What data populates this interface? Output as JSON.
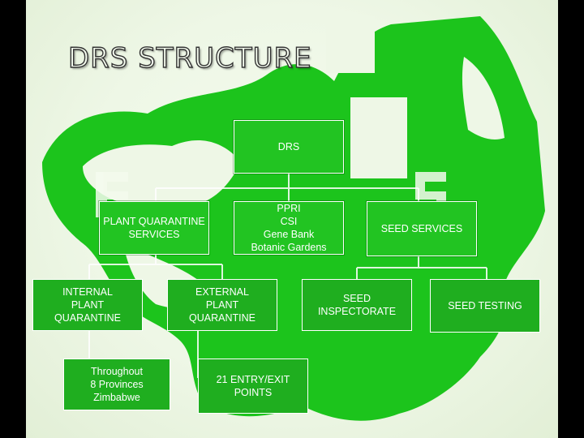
{
  "title": "DRS STRUCTURE",
  "logo_color": "#19c319",
  "node_color": "#22c422",
  "nodes": {
    "drs": "DRS",
    "plant_quarantine": "PLANT QUARANTINE\nSERVICES",
    "ppri": "PPRI\nCSI\nGene Bank\nBotanic Gardens",
    "seed_services": "SEED SERVICES",
    "internal": "INTERNAL\nPLANT\nQUARANTINE",
    "external": "EXTERNAL\nPLANT\nQUARANTINE",
    "seed_inspectorate": "SEED\nINSPECTORATE",
    "seed_testing": "SEED TESTING",
    "throughout": "Throughout\n8 Provinces\nZimbabwe",
    "entry_exit": "21 ENTRY/EXIT\nPOINTS"
  }
}
